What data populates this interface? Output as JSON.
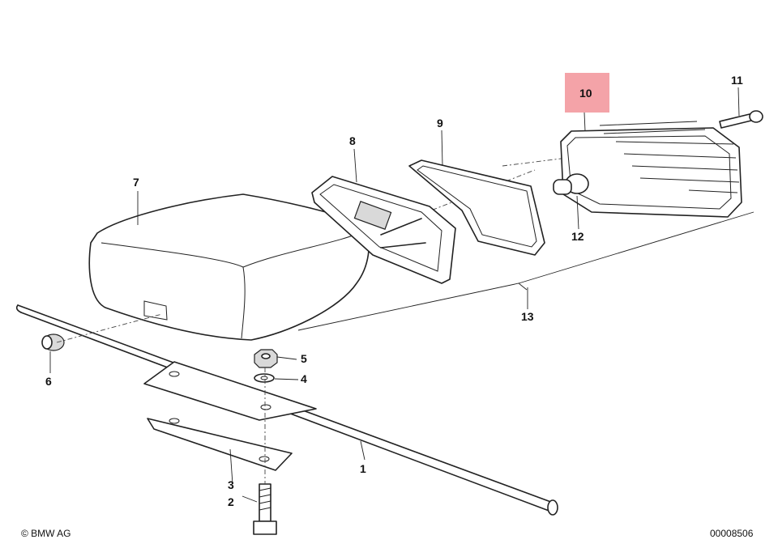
{
  "diagram": {
    "highlighted_part": "10",
    "parts": [
      {
        "id": "p1",
        "label": "1"
      },
      {
        "id": "p2",
        "label": "2"
      },
      {
        "id": "p3",
        "label": "3"
      },
      {
        "id": "p4",
        "label": "4"
      },
      {
        "id": "p5",
        "label": "5"
      },
      {
        "id": "p6",
        "label": "6"
      },
      {
        "id": "p7",
        "label": "7"
      },
      {
        "id": "p8",
        "label": "8"
      },
      {
        "id": "p9",
        "label": "9"
      },
      {
        "id": "p10",
        "label": "10"
      },
      {
        "id": "p11",
        "label": "11"
      },
      {
        "id": "p12",
        "label": "12"
      },
      {
        "id": "p13",
        "label": "13"
      }
    ],
    "highlight_color": "#f4a3a8"
  },
  "footer": {
    "copyright": "© BMW AG",
    "drawing_number": "00008506"
  }
}
